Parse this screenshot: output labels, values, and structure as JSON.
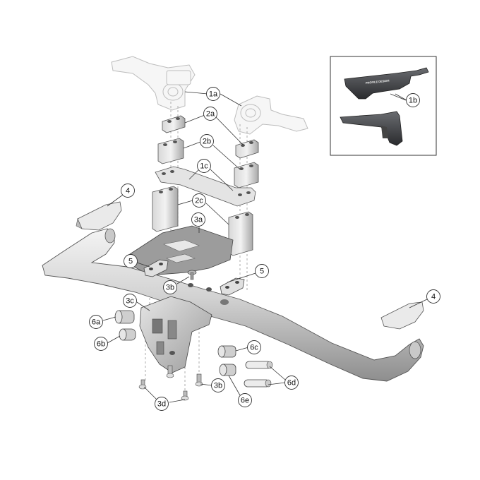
{
  "diagram": {
    "callouts": [
      {
        "id": "1a",
        "text": "1a"
      },
      {
        "id": "1b",
        "text": "1b"
      },
      {
        "id": "1c",
        "text": "1c"
      },
      {
        "id": "2a",
        "text": "2a"
      },
      {
        "id": "2b",
        "text": "2b"
      },
      {
        "id": "2c",
        "text": "2c"
      },
      {
        "id": "3a",
        "text": "3a"
      },
      {
        "id": "3b-top",
        "text": "3b"
      },
      {
        "id": "3b-bottom",
        "text": "3b"
      },
      {
        "id": "3c",
        "text": "3c"
      },
      {
        "id": "3d",
        "text": "3d"
      },
      {
        "id": "4-left",
        "text": "4"
      },
      {
        "id": "4-right",
        "text": "4"
      },
      {
        "id": "5-left",
        "text": "5"
      },
      {
        "id": "5-right",
        "text": "5"
      },
      {
        "id": "6a",
        "text": "6a"
      },
      {
        "id": "6b",
        "text": "6b"
      },
      {
        "id": "6c",
        "text": "6c"
      },
      {
        "id": "6d",
        "text": "6d"
      },
      {
        "id": "6e",
        "text": "6e"
      }
    ],
    "inset_logo": "PROFILE DESIGN"
  }
}
